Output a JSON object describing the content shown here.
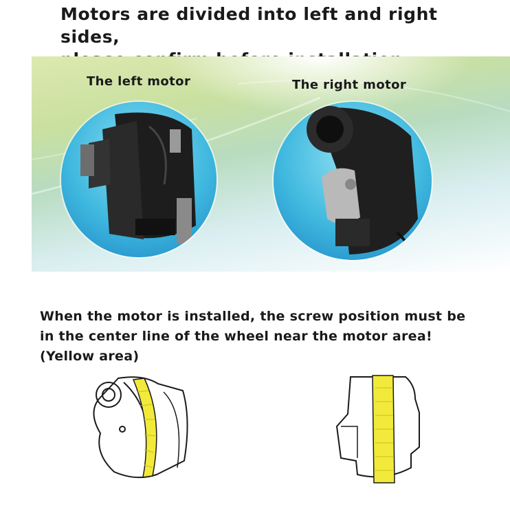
{
  "heading": {
    "line1": "Motors are divided into left and right sides,",
    "line2": "please confirm before installation"
  },
  "motors": {
    "left_label": "The left motor",
    "right_label": "The right motor"
  },
  "instruction": {
    "line1": "When the motor is installed, the screw position must be",
    "line2": "in the center line of the wheel near the motor area!",
    "line3": "(Yellow area)"
  },
  "colors": {
    "highlight_yellow": "#f2ea3a",
    "photo_blue": "#3fb8df",
    "band_green": "#c9e0a0"
  }
}
